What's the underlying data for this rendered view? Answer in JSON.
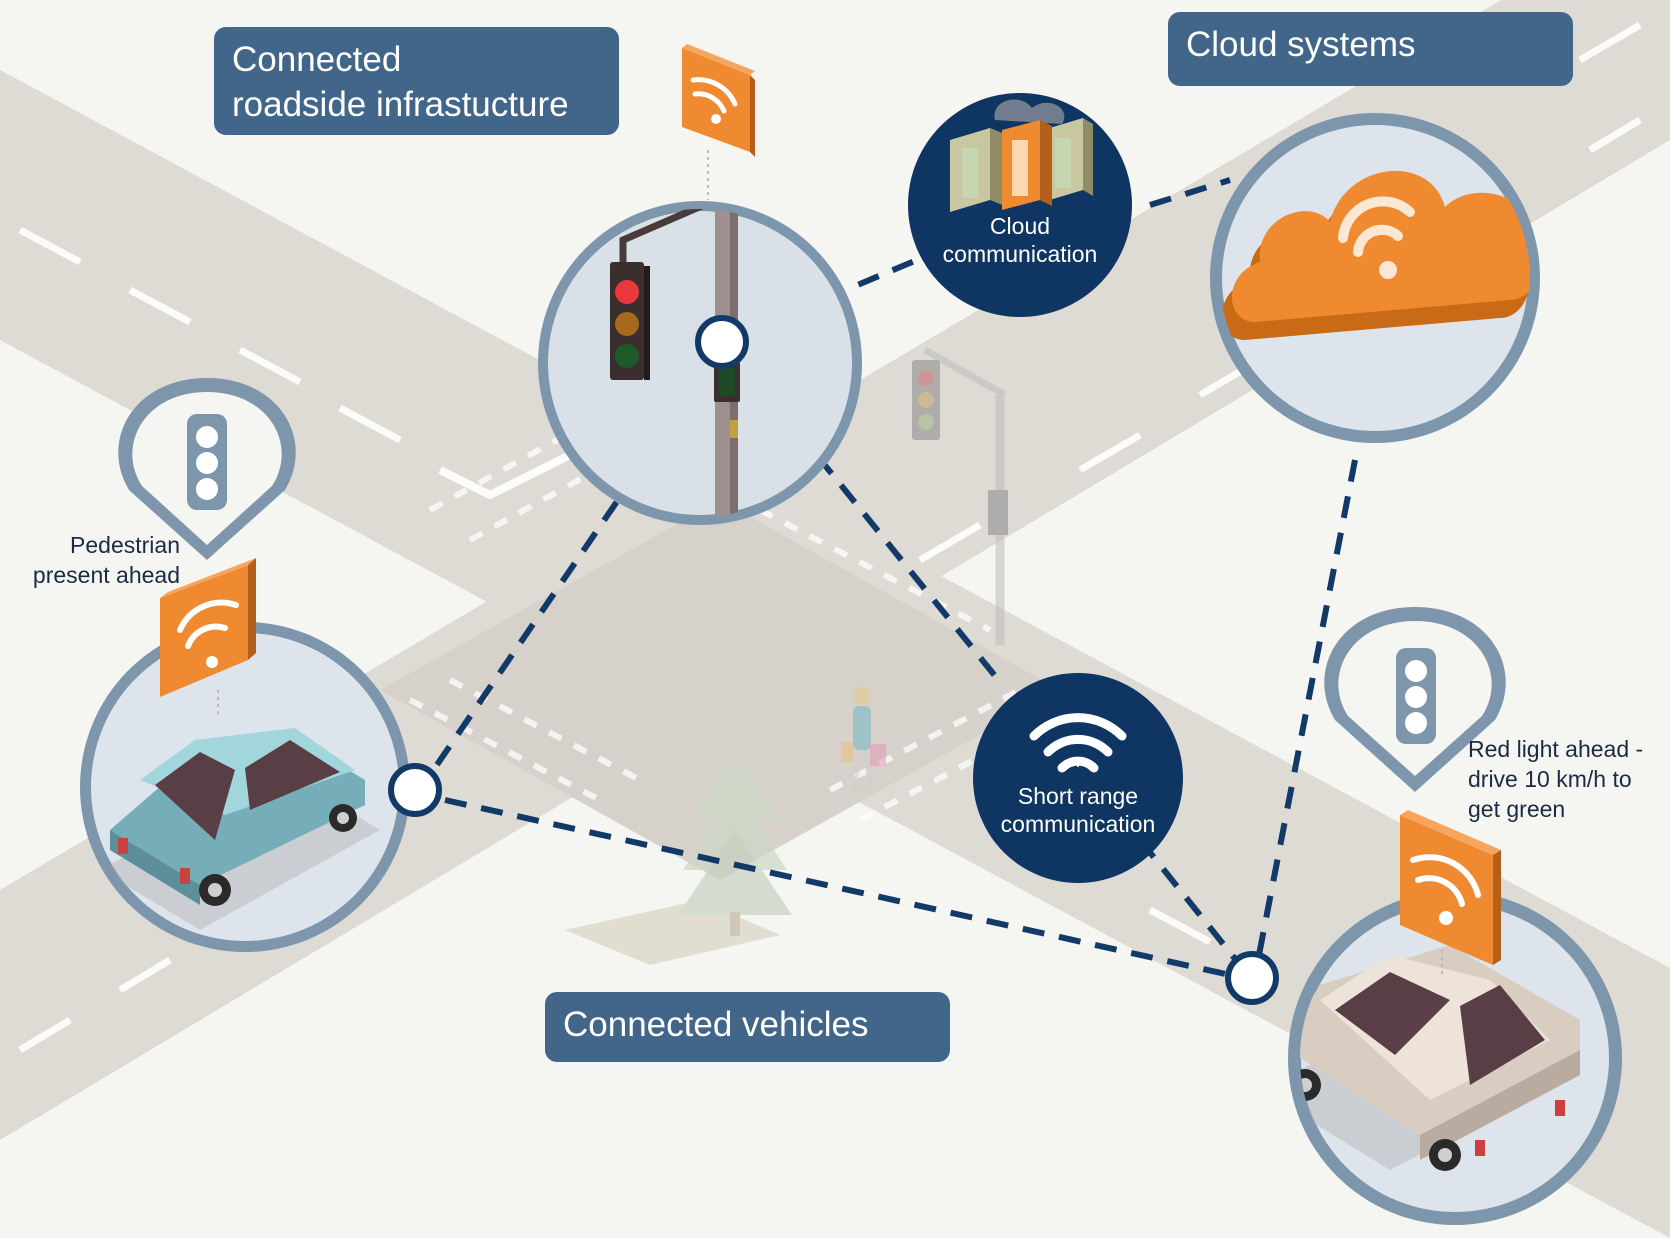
{
  "labels": {
    "roadside": [
      "Connected",
      "roadside infrastucture"
    ],
    "cloud_systems": "Cloud systems",
    "connected_vehicles": "Connected vehicles"
  },
  "bubbles": {
    "cloud_comm": [
      "Cloud",
      "communication"
    ],
    "short_range": [
      "Short range",
      "communication"
    ]
  },
  "messages": {
    "pedestrian": [
      "Pedestrian",
      "present ahead"
    ],
    "red_light": [
      "Red light ahead -",
      "drive 10 km/h to",
      "get green"
    ]
  },
  "colors": {
    "banner": "#426689",
    "navy": "#0f3563",
    "orange": "#f08a30",
    "ring": "#7d96ac",
    "road": "#dedad4"
  },
  "icons": [
    "wifi-icon",
    "traffic-light-icon",
    "cloud-icon",
    "server-icon",
    "car-icon",
    "tree-icon",
    "pedestrian-icon"
  ]
}
